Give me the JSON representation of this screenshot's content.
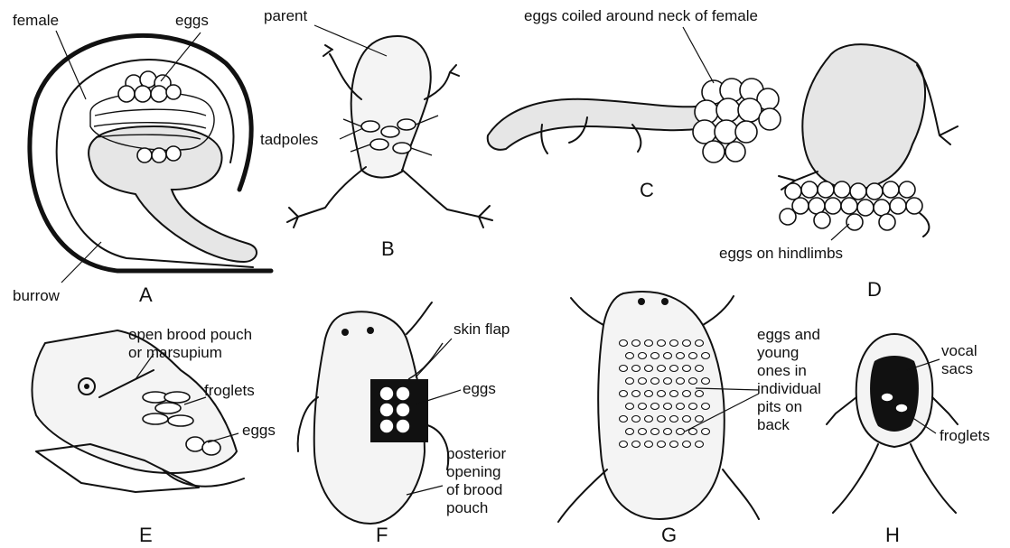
{
  "panels": {
    "A": {
      "letter": "A",
      "labels": {
        "female": "female",
        "eggs": "eggs",
        "burrow": "burrow"
      }
    },
    "B": {
      "letter": "B",
      "labels": {
        "parent": "parent",
        "tadpoles": "tadpoles"
      }
    },
    "C": {
      "letter": "C",
      "labels": {
        "eggs_neck": "eggs coiled around neck of female"
      }
    },
    "D": {
      "letter": "D",
      "labels": {
        "eggs_hind": "eggs on hindlimbs"
      }
    },
    "E": {
      "letter": "E",
      "labels": {
        "pouch_1": "open brood pouch",
        "pouch_2": "or marsupium",
        "froglets": "froglets",
        "eggs": "eggs"
      }
    },
    "F": {
      "letter": "F",
      "labels": {
        "skin_flap": "skin flap",
        "eggs": "eggs",
        "post_1": "posterior",
        "post_2": "opening",
        "post_3": "of brood",
        "post_4": "pouch"
      }
    },
    "G": {
      "letter": "G",
      "labels": {
        "l1": "eggs and",
        "l2": "young",
        "l3": "ones in",
        "l4": "individual",
        "l5": "pits on",
        "l6": "back"
      }
    },
    "H": {
      "letter": "H",
      "labels": {
        "vocal_1": "vocal",
        "vocal_2": "sacs",
        "froglets": "froglets"
      }
    }
  }
}
